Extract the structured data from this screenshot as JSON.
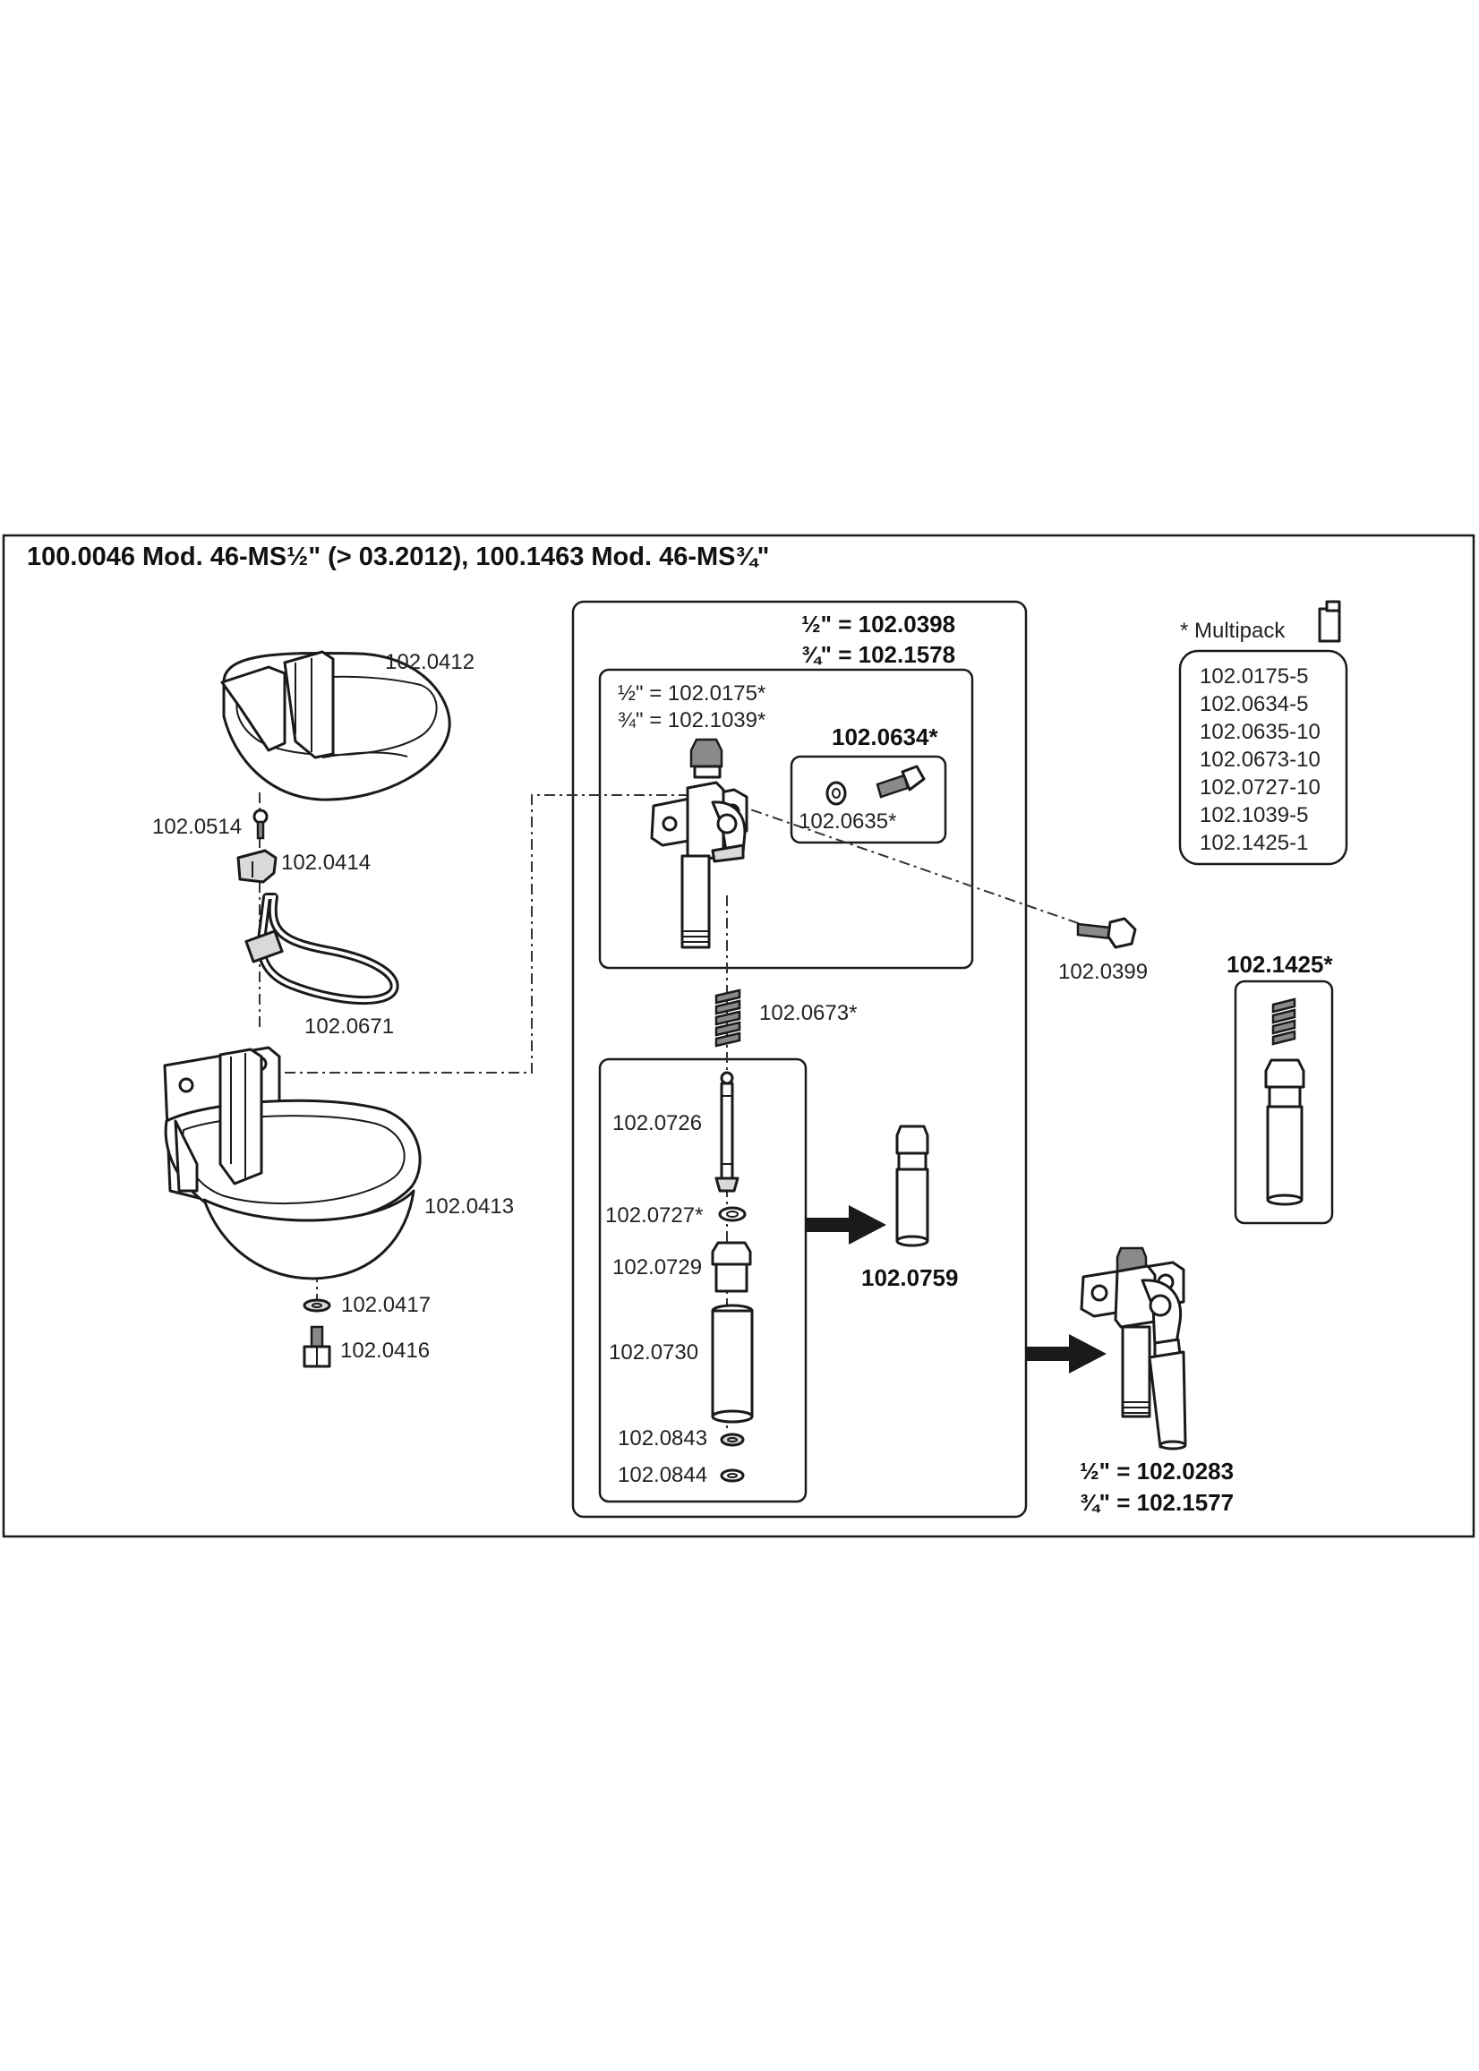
{
  "title": "100.0046 Mod. 46-MS½\" (> 03.2012), 100.1463 Mod. 46-MS¾\"",
  "labels": {
    "l0412": "102.0412",
    "l0514": "102.0514",
    "l0414": "102.0414",
    "l0671": "102.0671",
    "l0413": "102.0413",
    "l0417": "102.0417",
    "l0416": "102.0416",
    "valve_half": "½\" = 102.0398",
    "valve_three_q": "¾\" = 102.1578",
    "nut_half": "½\" = 102.0175*",
    "nut_three_q": "¾\" = 102.1039*",
    "l0634": "102.0634*",
    "l0635": "102.0635*",
    "l0399": "102.0399",
    "l0673": "102.0673*",
    "l0726": "102.0726",
    "l0727": "102.0727*",
    "l0729": "102.0729",
    "l0730": "102.0730",
    "l0843": "102.0843",
    "l0844": "102.0844",
    "l0759": "102.0759",
    "l1425": "102.1425*",
    "assembly_half": "½\" = 102.0283",
    "assembly_three_q": "¾\" = 102.1577"
  },
  "multipack": {
    "title": "* Multipack",
    "items": [
      "102.0175-5",
      "102.0634-5",
      "102.0635-10",
      "102.0673-10",
      "102.0727-10",
      "102.1039-5",
      "102.1425-1"
    ]
  }
}
